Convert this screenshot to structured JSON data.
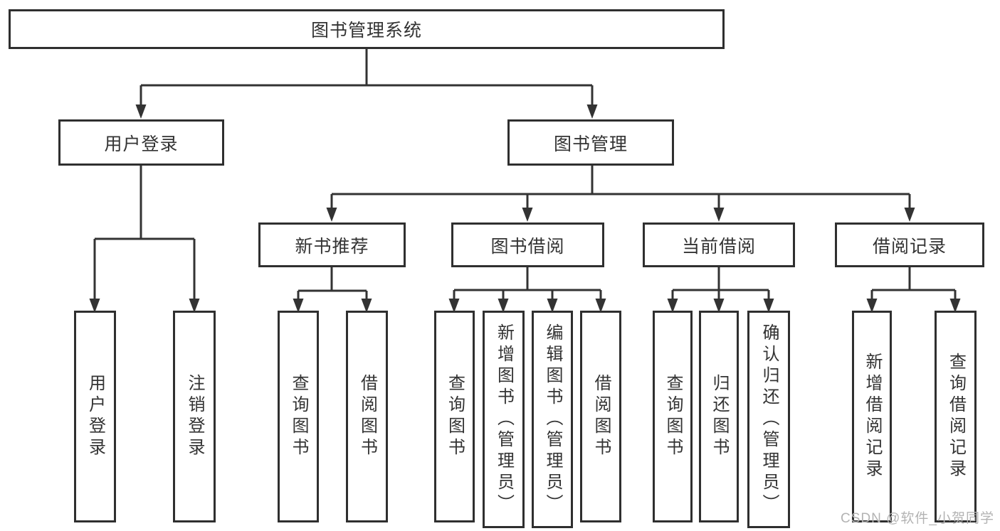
{
  "diagram": {
    "root": {
      "label": "图书管理系统",
      "children": [
        {
          "label": "用户登录",
          "children": [
            {
              "label": "用户登录"
            },
            {
              "label": "注销登录"
            }
          ]
        },
        {
          "label": "图书管理",
          "children": [
            {
              "label": "新书推荐",
              "children": [
                {
                  "label": "查询图书"
                },
                {
                  "label": "借阅图书"
                }
              ]
            },
            {
              "label": "图书借阅",
              "children": [
                {
                  "label": "查询图书"
                },
                {
                  "label": "新增图书（管理员）"
                },
                {
                  "label": "编辑图书（管理员）"
                },
                {
                  "label": "借阅图书"
                }
              ]
            },
            {
              "label": "当前借阅",
              "children": [
                {
                  "label": "查询图书"
                },
                {
                  "label": "归还图书"
                },
                {
                  "label": "确认归还（管理员）"
                }
              ]
            },
            {
              "label": "借阅记录",
              "children": [
                {
                  "label": "新增借阅记录"
                },
                {
                  "label": "查询借阅记录"
                }
              ]
            }
          ]
        }
      ]
    }
  },
  "watermark": {
    "text": "CSDN @软件_小贺同学"
  },
  "colors": {
    "background": "#ffffff",
    "box_border": "#2f2f2f",
    "line": "#333333",
    "text": "#333333",
    "watermark": "#b3b3b3"
  }
}
